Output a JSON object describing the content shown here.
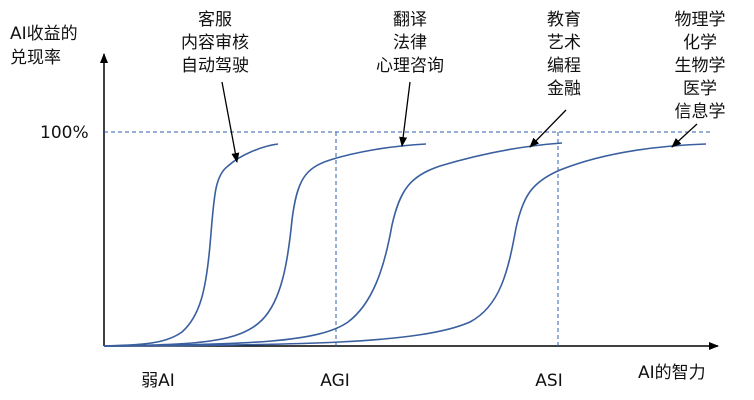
{
  "axes": {
    "y_label_line1": "AI收益的",
    "y_label_line2": "兑现率",
    "y_tick": "100%",
    "x_label": "AI的智力",
    "x_ticks": [
      "弱AI",
      "AGI",
      "ASI"
    ]
  },
  "groups": [
    {
      "lines": [
        "客服",
        "内容审核",
        "自动驾驶"
      ]
    },
    {
      "lines": [
        "翻译",
        "法律",
        "心理咨询"
      ]
    },
    {
      "lines": [
        "教育",
        "艺术",
        "编程",
        "金融"
      ]
    },
    {
      "lines": [
        "物理学",
        "化学",
        "生物学",
        "医学",
        "信息学"
      ]
    }
  ]
}
